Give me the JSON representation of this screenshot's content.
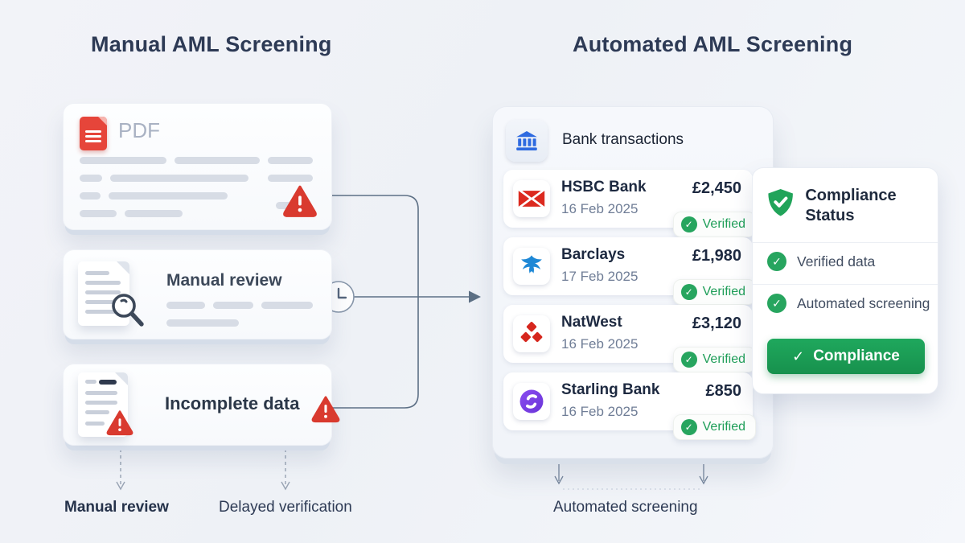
{
  "left": {
    "title": "Manual AML Screening",
    "pdf_card": {
      "label": "PDF",
      "icon": "pdf-file-icon",
      "warning_icon": "warning-triangle-icon"
    },
    "review_card": {
      "label": "Manual review",
      "icon": "document-magnifier-icon"
    },
    "incomplete_card": {
      "label": "Incomplete data",
      "icon": "document-warning-icon",
      "warning_icon": "warning-triangle-icon"
    },
    "footer_labels": [
      "Manual review",
      "Delayed verification"
    ]
  },
  "right": {
    "title": "Automated AML Screening",
    "panel": {
      "header": "Bank transactions",
      "header_icon": "bank-building-icon",
      "rows": [
        {
          "bank": "HSBC Bank",
          "date": "16 Feb 2025",
          "amount": "£2,450",
          "status": "Verified",
          "logo": "hsbc-logo"
        },
        {
          "bank": "Barclays",
          "date": "17 Feb 2025",
          "amount": "£1,980",
          "status": "Verified",
          "logo": "barclays-logo"
        },
        {
          "bank": "NatWest",
          "date": "16 Feb 2025",
          "amount": "£3,120",
          "status": "Verified",
          "logo": "natwest-logo"
        },
        {
          "bank": "Starling Bank",
          "date": "16 Feb 2025",
          "amount": "£850",
          "status": "Verified",
          "logo": "starling-logo"
        }
      ]
    },
    "compliance": {
      "title": "Compliance Status",
      "title_icon": "shield-check-icon",
      "items": [
        "Verified data",
        "Automated screening"
      ],
      "button": "Compliance"
    },
    "footer_label": "Automated screening"
  },
  "icons": {
    "check": "✓",
    "clock": "clock-icon",
    "arrow": "arrow-right-icon"
  },
  "colors": {
    "title_navy": "#2d3a55",
    "pdf_red": "#e6453a",
    "warning_red": "#d93a2f",
    "bank_blue": "#2e6ae0",
    "verified_green": "#27a55f",
    "button_green": "#1a9c55",
    "hsbc_red": "#dc2a1f",
    "natwest_red": "#d6261d",
    "barclays_blue": "#1e88d6",
    "starling_purple": "#7a3ff2",
    "connector_slate": "#5d7085"
  }
}
